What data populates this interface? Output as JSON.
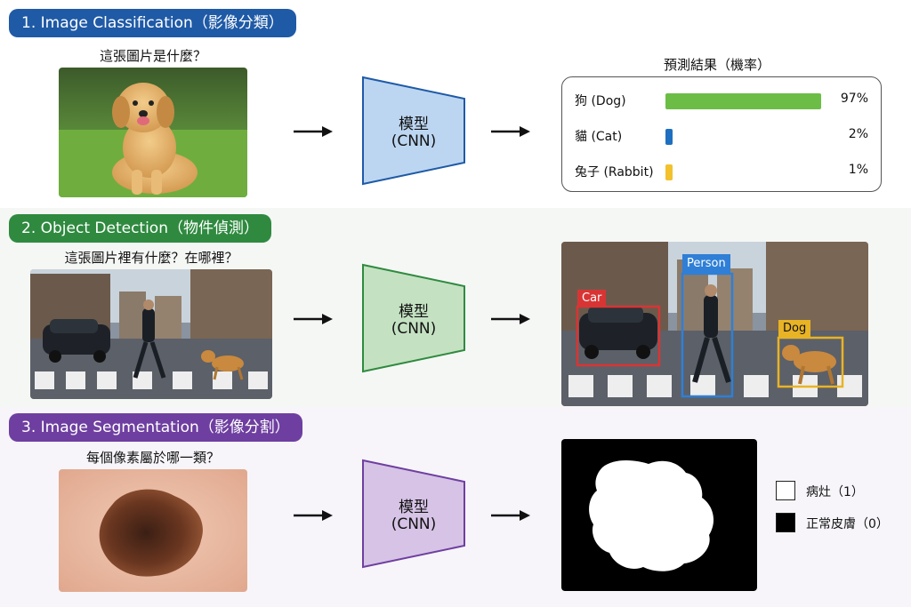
{
  "sections": [
    {
      "title": "1. Image Classification（影像分類）",
      "question": "這張圖片是什麼？",
      "model_line1": "模型",
      "model_line2": "(CNN)",
      "color": "#bcd6f2",
      "stroke": "#1f5aa6"
    },
    {
      "title": "2. Object Detection（物件偵測）",
      "question": "這張圖片裡有什麼？在哪裡？",
      "model_line1": "模型",
      "model_line2": "(CNN)",
      "color": "#c4e2c2",
      "stroke": "#2f8a3f"
    },
    {
      "title": "3. Image Segmentation（影像分割）",
      "question": "每個像素屬於哪一類？",
      "model_line1": "模型",
      "model_line2": "(CNN)",
      "color": "#d6c3e6",
      "stroke": "#6e3fa0"
    }
  ],
  "prediction": {
    "title": "預測結果（機率）",
    "rows": [
      {
        "label": "狗 (Dog)",
        "value": 0.97,
        "pct": "97%",
        "color": "#6cbd45"
      },
      {
        "label": "貓 (Cat)",
        "value": 0.02,
        "pct": "2%",
        "color": "#1f6fc0"
      },
      {
        "label": "兔子 (Rabbit)",
        "value": 0.01,
        "pct": "1%",
        "color": "#f2c12e"
      }
    ]
  },
  "detection_labels": {
    "car": {
      "text": "Car",
      "color": "#d93434"
    },
    "person": {
      "text": "Person",
      "color": "#2f7fd6"
    },
    "dog": {
      "text": "Dog",
      "color": "#e8b325"
    }
  },
  "segmentation_legend": [
    {
      "label": "病灶（1）",
      "swatch": "#ffffff"
    },
    {
      "label": "正常皮膚（0）",
      "swatch": "#000000"
    }
  ]
}
